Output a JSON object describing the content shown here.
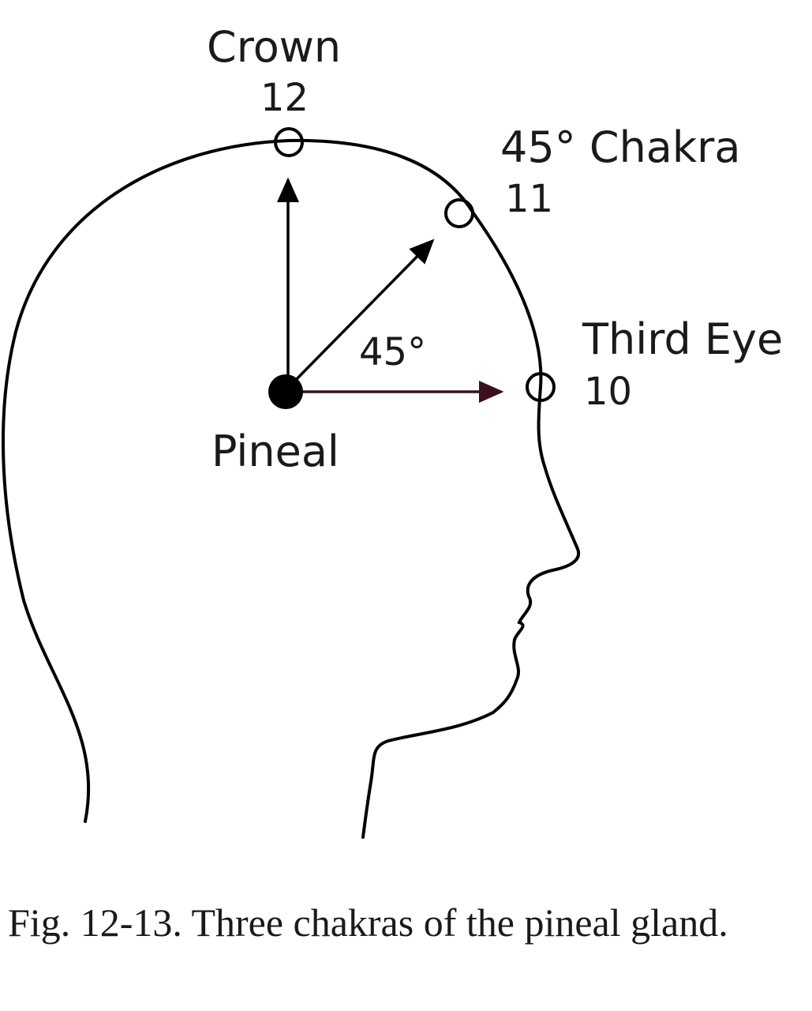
{
  "labels": {
    "crown": "Crown",
    "crown_number": "12",
    "chakra45": "45° Chakra",
    "chakra45_number": "11",
    "third_eye": "Third Eye",
    "third_eye_number": "10",
    "angle": "45°",
    "pineal": "Pineal"
  },
  "caption": "Fig. 12-13. Three chakras of the pineal gland.",
  "colors": {
    "ink": "#000000",
    "horizontal_arrow": "#3a1020"
  }
}
